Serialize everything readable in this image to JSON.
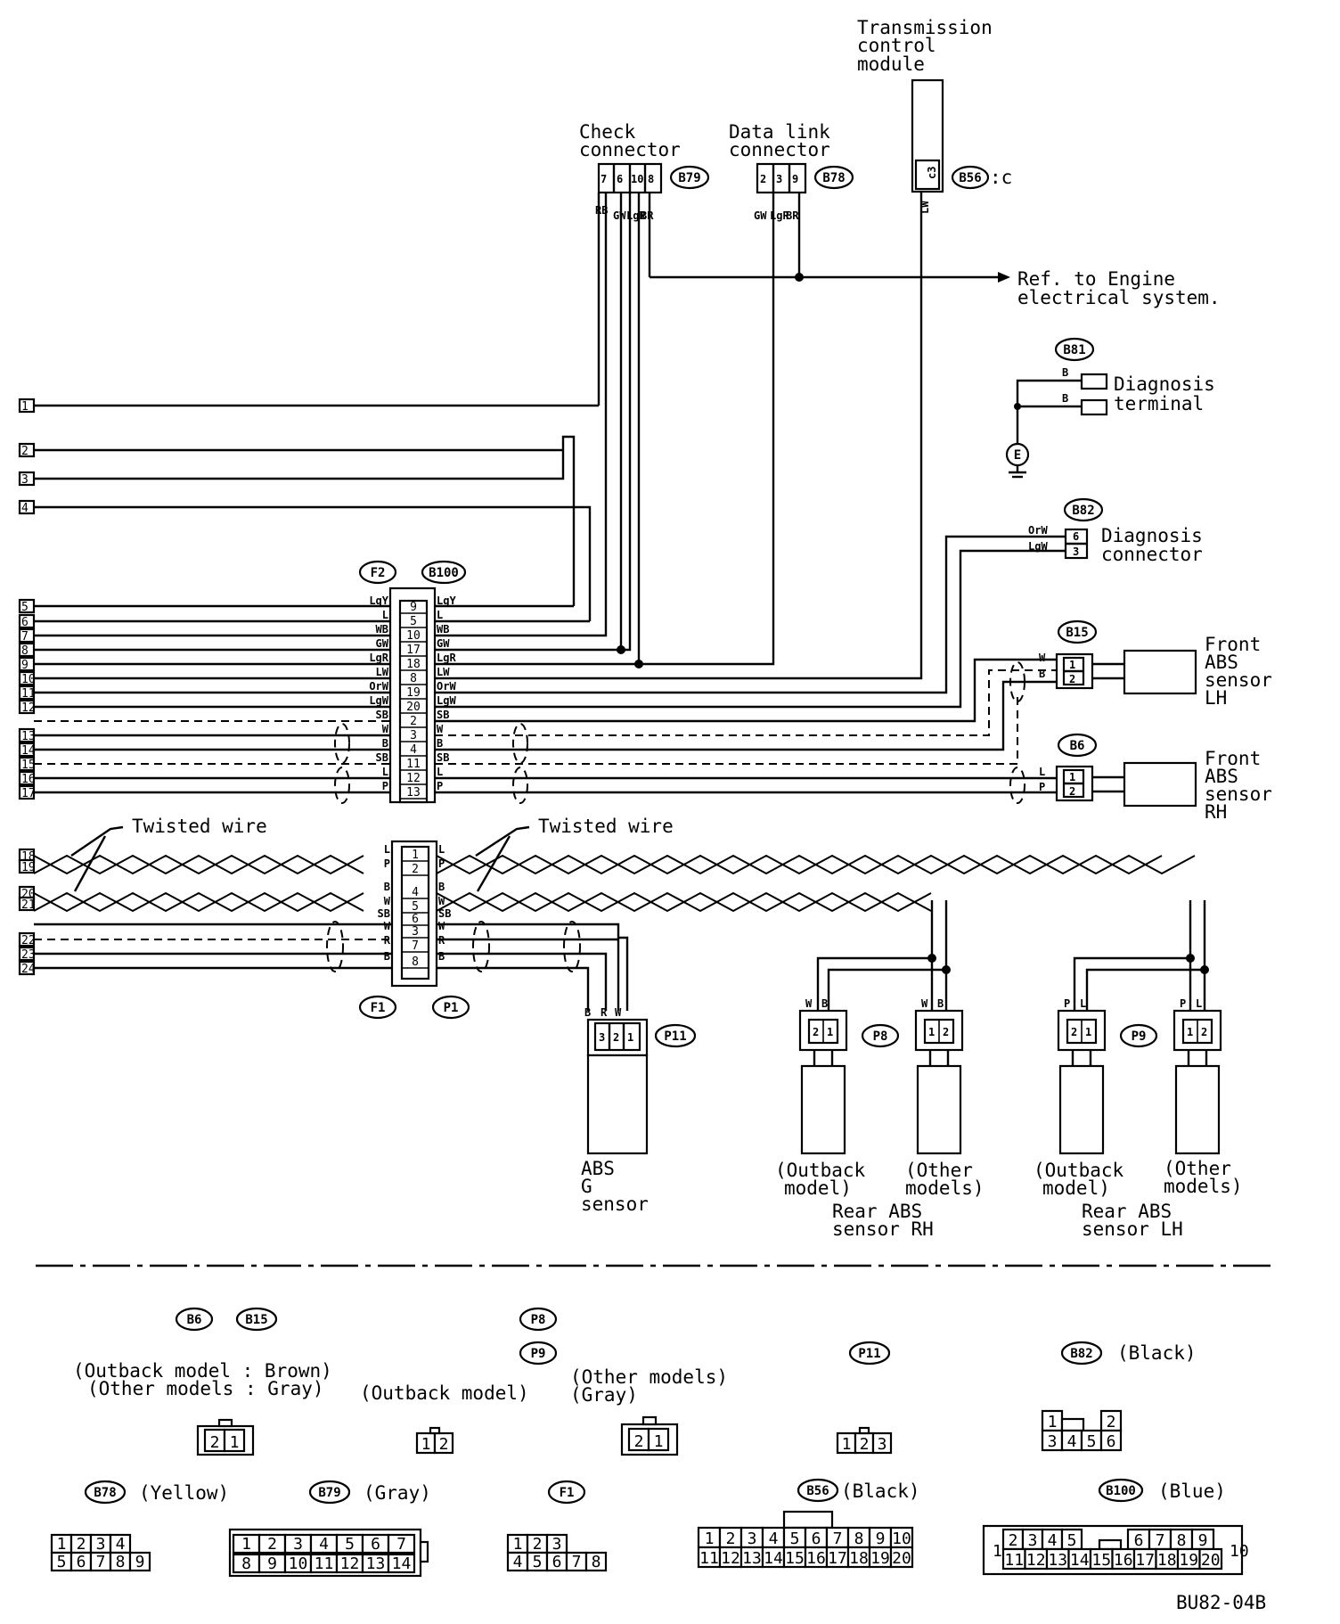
{
  "texts": {
    "tcm_1": "Transmission",
    "tcm_2": "control",
    "tcm_3": "module",
    "check_1": "Check",
    "check_2": "connector",
    "dlc_1": "Data link",
    "dlc_2": "connector",
    "ref_1": "Ref. to Engine",
    "ref_2": "electrical system.",
    "diag_term_1": "Diagnosis",
    "diag_term_2": "terminal",
    "diag_conn_1": "Diagnosis",
    "diag_conn_2": "connector",
    "fl_1": "Front",
    "fl_2": "ABS",
    "fl_3": "sensor",
    "fl_4": "LH",
    "fr_1": "Front",
    "fr_2": "ABS",
    "fr_3": "sensor",
    "fr_4": "RH",
    "twisted_1": "Twisted wire",
    "twisted_2": "Twisted wire",
    "g_1": "ABS",
    "g_2": "G",
    "g_3": "sensor",
    "rr_out_1": "(Outback",
    "rr_out_2": "model)",
    "rr_oth_1": "(Other",
    "rr_oth_2": "models)",
    "rr_1": "Rear ABS",
    "rr_2": "sensor RH",
    "rl_out_1": "(Outback",
    "rl_out_2": "model)",
    "rl_oth_1": "(Other",
    "rl_oth_2": "models)",
    "rl_1": "Rear ABS",
    "rl_2": "sensor LH",
    "b56_suffix": ":c",
    "code": "BU82-04B",
    "e_symbol": "E"
  },
  "badges": {
    "b79": "B79",
    "b78": "B78",
    "b56": "B56",
    "b81": "B81",
    "b82": "B82",
    "b15": "B15",
    "b6": "B6",
    "f2": "F2",
    "b100": "B100",
    "f1": "F1",
    "p1": "P1",
    "p11": "P11",
    "p8": "P8",
    "p9": "P9"
  },
  "terminals": [
    "1",
    "2",
    "3",
    "4",
    "5",
    "6",
    "7",
    "8",
    "9",
    "10",
    "11",
    "12",
    "13",
    "14",
    "15",
    "16",
    "17",
    "18",
    "19",
    "20",
    "21",
    "22",
    "23",
    "24"
  ],
  "check_connector": {
    "pins": [
      "7",
      "6",
      "10",
      "8"
    ],
    "wires": [
      "RB",
      "GW",
      "LgR",
      "BR"
    ]
  },
  "data_link_connector": {
    "pins": [
      "2",
      "3",
      "9"
    ],
    "wires": [
      "GW",
      "LgR",
      "BR"
    ]
  },
  "tcm_connector": {
    "pin": "c3",
    "wire": "LW"
  },
  "diagnosis_terminal": {
    "wires": [
      "B",
      "B"
    ]
  },
  "diagnosis_connector": {
    "pins": [
      "6",
      "3"
    ],
    "wires": [
      "OrW",
      "LgW"
    ]
  },
  "front_lh": {
    "pins": [
      "1",
      "2"
    ],
    "wires": [
      "W",
      "B"
    ]
  },
  "front_rh": {
    "pins": [
      "1",
      "2"
    ],
    "wires": [
      "L",
      "P"
    ]
  },
  "f2_b100": {
    "pins": [
      "9",
      "5",
      "10",
      "17",
      "18",
      "8",
      "19",
      "20",
      "2",
      "3",
      "4",
      "11",
      "12",
      "13"
    ],
    "left": [
      "LgY",
      "L",
      "WB",
      "GW",
      "LgR",
      "LW",
      "OrW",
      "LgW",
      "SB",
      "W",
      "B",
      "SB",
      "L",
      "P"
    ],
    "right": [
      "LgY",
      "L",
      "WB",
      "GW",
      "LgR",
      "LW",
      "OrW",
      "LgW",
      "SB",
      "W",
      "B",
      "SB",
      "L",
      "P"
    ]
  },
  "f1_p1": {
    "pins": [
      "1",
      "2",
      "4",
      "5",
      "6",
      "3",
      "7",
      "8"
    ],
    "left": [
      "L",
      "P",
      "B",
      "W",
      "SB",
      "W",
      "R",
      "B"
    ],
    "right": [
      "L",
      "P",
      "B",
      "W",
      "SB",
      "W",
      "R",
      "B"
    ]
  },
  "p11": {
    "pins": [
      "3",
      "2",
      "1"
    ],
    "wires": [
      "B",
      "R",
      "W"
    ]
  },
  "p8_outback": {
    "pins": [
      "2",
      "1"
    ],
    "wires": [
      "W",
      "B"
    ]
  },
  "p8_other": {
    "pins": [
      "1",
      "2"
    ],
    "wires": [
      "W",
      "B"
    ]
  },
  "p9_outback": {
    "pins": [
      "2",
      "1"
    ],
    "wires": [
      "P",
      "L"
    ]
  },
  "p9_other": {
    "pins": [
      "1",
      "2"
    ],
    "wires": [
      "P",
      "L"
    ]
  },
  "legend": {
    "b6_b15_line1": "(Outback model : Brown)",
    "b6_b15_line2": "(Other models : Gray)",
    "p9_outback": "(Outback model)",
    "p9_other_1": "(Other models)",
    "p9_other_2": "(Gray)",
    "b82_color": "(Black)",
    "b78_color": "(Yellow)",
    "b79_color": "(Gray)",
    "b56_color": "(Black)",
    "b100_color": "(Blue)",
    "b6_face": [
      "2",
      "1"
    ],
    "p8_face": [
      "1",
      "2"
    ],
    "p9_other_face": [
      "2",
      "1"
    ],
    "p11_face": [
      "1",
      "2",
      "3"
    ],
    "b82_face_top": [
      "1",
      "2"
    ],
    "b82_face_bottom": [
      "3",
      "4",
      "5",
      "6"
    ],
    "b78_face_top": [
      "1",
      "2",
      "3",
      "4"
    ],
    "b78_face_bottom": [
      "5",
      "6",
      "7",
      "8",
      "9"
    ],
    "b79_face_top": [
      "1",
      "2",
      "3",
      "4",
      "5",
      "6",
      "7"
    ],
    "b79_face_bottom": [
      "8",
      "9",
      "10",
      "11",
      "12",
      "13",
      "14"
    ],
    "f1_face_top": [
      "1",
      "2",
      "3"
    ],
    "f1_face_bottom": [
      "4",
      "5",
      "6",
      "7",
      "8"
    ],
    "b56_face_top": [
      "1",
      "2",
      "3",
      "4",
      "5",
      "6",
      "7",
      "8",
      "9",
      "10"
    ],
    "b56_face_bottom": [
      "11",
      "12",
      "13",
      "14",
      "15",
      "16",
      "17",
      "18",
      "19",
      "20"
    ],
    "b100_face_left": "1",
    "b100_face_top": [
      "2",
      "3",
      "4",
      "5",
      "6",
      "7",
      "8",
      "9"
    ],
    "b100_face_bottom": [
      "11",
      "12",
      "13",
      "14",
      "15",
      "16",
      "17",
      "18",
      "19",
      "20"
    ],
    "b100_face_right": "10"
  }
}
